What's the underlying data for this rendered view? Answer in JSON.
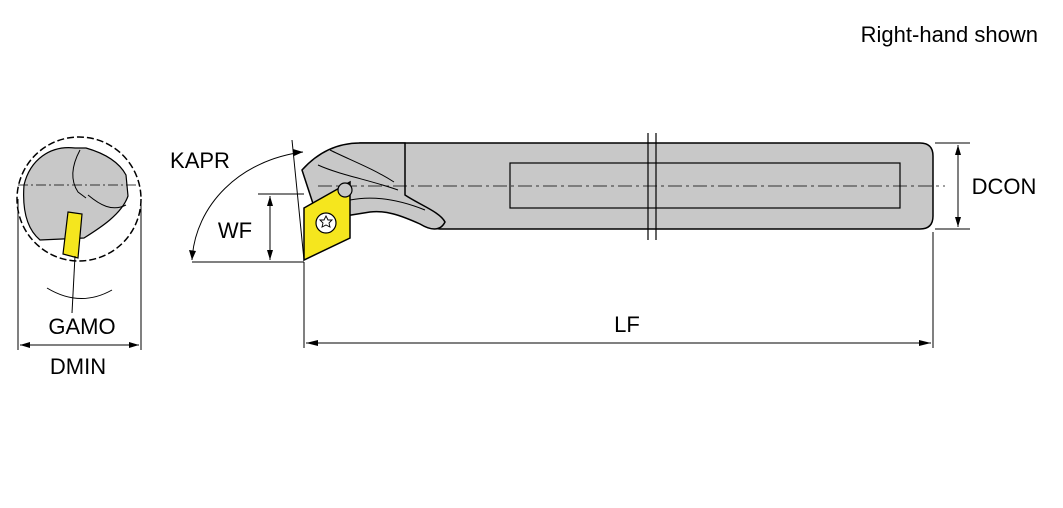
{
  "note": "Right-hand shown",
  "labels": {
    "kapr": "KAPR",
    "wf": "WF",
    "dcon": "DCON",
    "lf": "LF",
    "gamo": "GAMO",
    "dmin": "DMIN"
  },
  "colors": {
    "body": "#c8c8c8",
    "insert": "#f5e61e",
    "line": "#000000",
    "background": "#ffffff"
  }
}
